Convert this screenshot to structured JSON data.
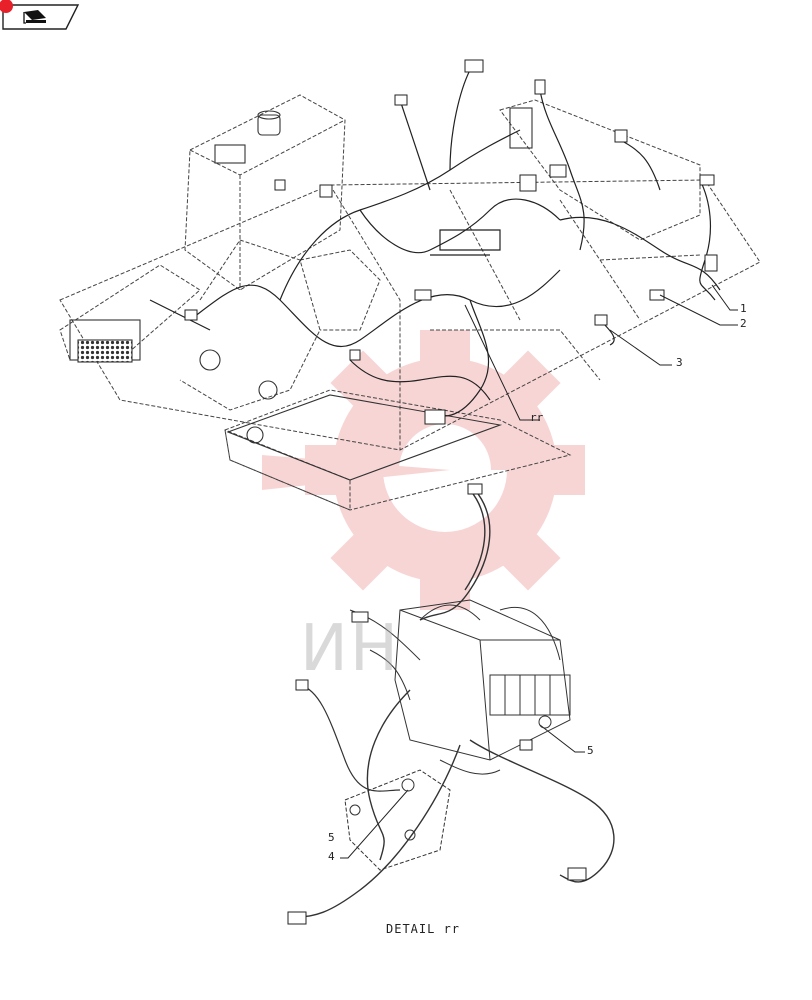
{
  "nav": {
    "icon": "page-turn-icon",
    "accent": "#e8202a"
  },
  "callouts": {
    "c1": "1",
    "c2": "2",
    "c3": "3",
    "c4": "4",
    "c5a": "5",
    "c5b": "5",
    "detail_ref": "rr"
  },
  "detail_caption": "DETAIL rr",
  "watermark": {
    "text": "ИН",
    "color": "#f2a0a0",
    "icon": "gear-logo-icon"
  },
  "colors": {
    "line": "#333333",
    "dash": "#555555",
    "watermark": "#f4b3b3"
  }
}
